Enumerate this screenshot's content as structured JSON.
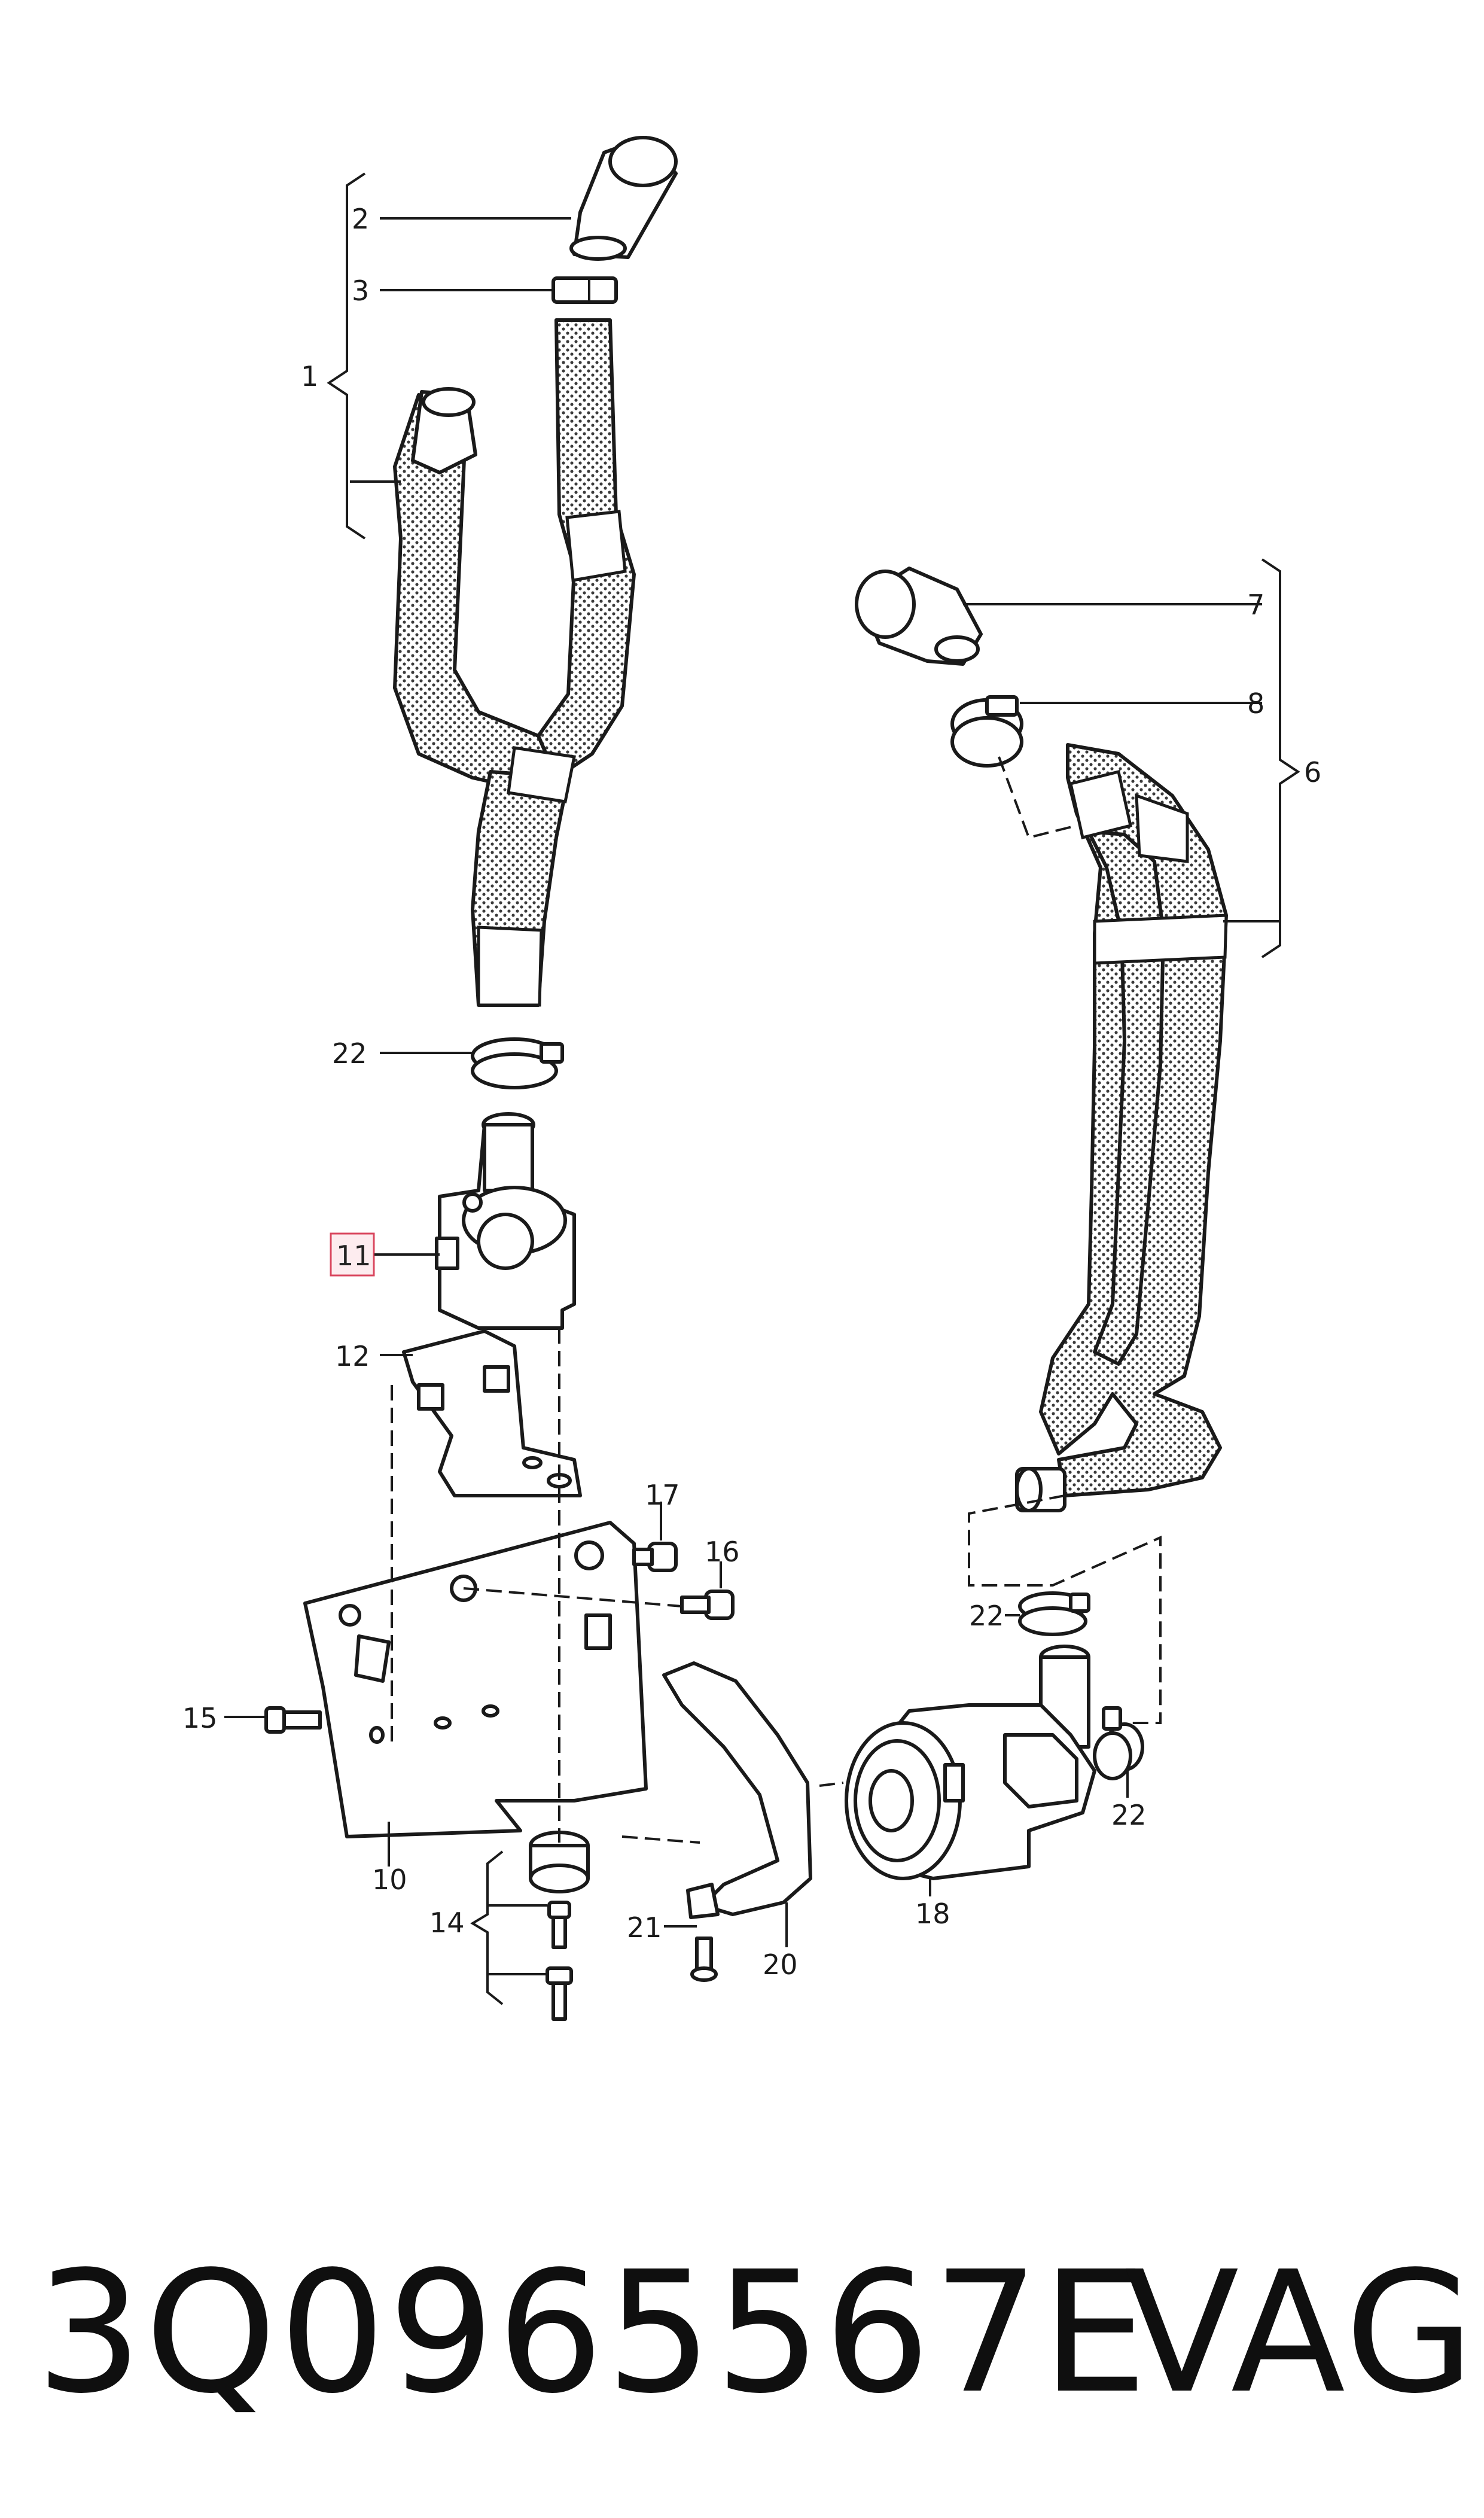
{
  "callouts": {
    "c1": "1",
    "c2": "2",
    "c3": "3",
    "c6": "6",
    "c7": "7",
    "c8": "8",
    "c10": "10",
    "c11": "11",
    "c12": "12",
    "c14": "14",
    "c15": "15",
    "c16": "16",
    "c17": "17",
    "c18": "18",
    "c20": "20",
    "c21": "21",
    "c22a": "22",
    "c22b": "22",
    "c22c": "22"
  },
  "highlighted_callout": "11",
  "footer": {
    "part_number": "3Q0965567E",
    "brand": "VAG"
  },
  "colors": {
    "line": "#1a1a1a",
    "highlight_border": "#d9465e",
    "highlight_fill": "#fdecef",
    "background": "#ffffff"
  }
}
